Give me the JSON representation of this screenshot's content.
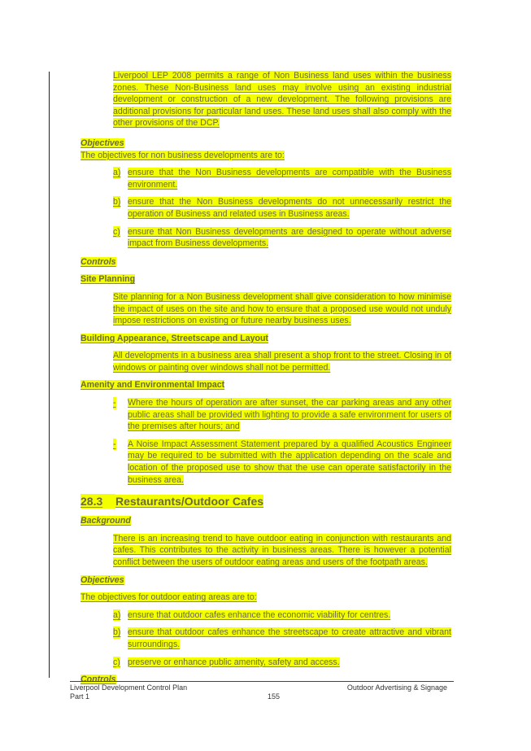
{
  "intro": "Liverpool LEP 2008 permits a range of Non Business land uses within the business zones. These Non-Business land uses may involve using an existing industrial development or construction of a new development. The following provisions are additional provisions for particular land uses. These land uses shall also comply with the other provisions of the DCP.",
  "objectives_heading": "Objectives",
  "objectives_intro": "The objectives for non business developments are to:",
  "objectives_items": [
    {
      "marker": "a)",
      "text": "ensure that the Non Business developments are compatible with the Business environment."
    },
    {
      "marker": "b)",
      "text": "ensure that the Non Business developments do not unnecessarily restrict the operation of Business and related uses in Business areas."
    },
    {
      "marker": "c)",
      "text": "ensure that Non Business developments are designed to operate without adverse impact from Business developments."
    }
  ],
  "controls_heading": "Controls",
  "site_planning_heading": "Site Planning",
  "site_planning_text": "Site planning for a Non Business development shall give consideration to how minimise the impact of uses on the site and how to ensure that a proposed use would not unduly impose restrictions on existing or future nearby business uses.",
  "building_heading": "Building Appearance, Streetscape and Layout",
  "building_text": "All developments in a business area shall present a shop front to the street. Closing in of windows or painting over windows shall not be permitted.",
  "amenity_heading": "Amenity and Environmental Impact",
  "amenity_items": [
    {
      "marker": "-",
      "text": "Where the hours of operation are after sunset, the car parking areas and any other public areas shall be provided with lighting to provide a safe environment for users of the premises after hours; and"
    },
    {
      "marker": "-",
      "text": "A Noise Impact Assessment Statement prepared by a qualified Acoustics Engineer may be required to be submitted with the application depending on the scale and location of the proposed use to show that the use can operate satisfactorily in the business area."
    }
  ],
  "section_number": "28.3",
  "section_title": "Restaurants/Outdoor Cafes",
  "background_heading": "Background",
  "background_text": "There is an increasing trend to have outdoor eating in conjunction with restaurants and cafes. This contributes to the activity in business areas. There is however a potential conflict between the users of outdoor eating areas and users of the footpath areas.",
  "objectives2_heading": "Objectives",
  "objectives2_intro": "The objectives for outdoor eating areas are to:",
  "objectives2_items": [
    {
      "marker": "a)",
      "text": "ensure that outdoor cafes enhance the economic viability for centres."
    },
    {
      "marker": "b)",
      "text": "ensure that outdoor cafes enhance the streetscape to create attractive and vibrant surroundings."
    },
    {
      "marker": "c)",
      "text": "preserve or enhance public amenity, safety and access."
    }
  ],
  "controls2_heading": "Controls",
  "footer": {
    "left_line1": "Liverpool Development Control Plan",
    "left_line2": "Part 1",
    "right": "Outdoor Advertising & Signage",
    "page_number": "155"
  }
}
